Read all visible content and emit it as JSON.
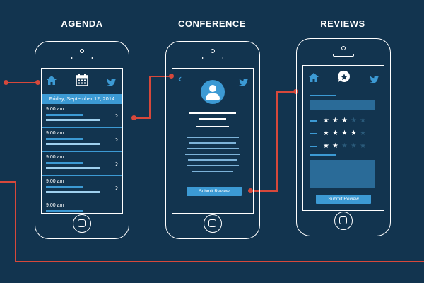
{
  "titles": {
    "agenda": "AGENDA",
    "conference": "CONFERENCE",
    "reviews": "REVIEWS"
  },
  "agenda": {
    "date": "Friday, September 12, 2014",
    "rows": [
      {
        "time": "9:00 am"
      },
      {
        "time": "9:00 am"
      },
      {
        "time": "9:00 am"
      },
      {
        "time": "9:00 am"
      },
      {
        "time": "9:00 am"
      }
    ]
  },
  "conference": {
    "submit_label": "Submit Review"
  },
  "reviews": {
    "submit_label": "Submit Review",
    "ratings": [
      3,
      4,
      2
    ]
  },
  "icons": {
    "home": "home-icon",
    "calendar": "calendar-icon",
    "twitter": "twitter-icon",
    "back": "back-chevron-icon",
    "avatar": "user-avatar-icon",
    "star_badge": "star-chat-icon"
  },
  "colors": {
    "background": "#12344f",
    "accent": "#3c9ad4",
    "connector": "#d6483b",
    "outline": "#ffffff",
    "star_empty": "#2a5a7a"
  }
}
